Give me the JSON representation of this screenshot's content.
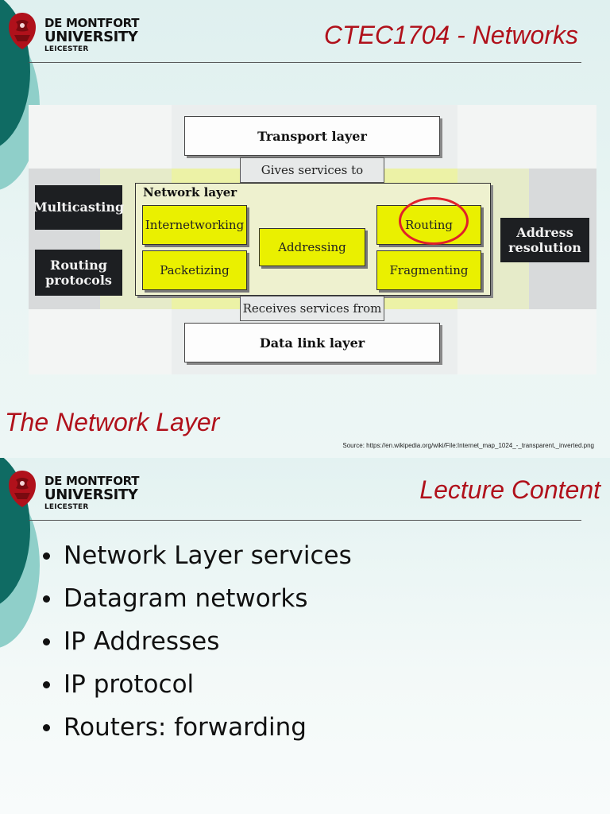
{
  "colors": {
    "title_red": "#b0111b",
    "teal_dark": "#0f6b63",
    "teal_light": "#8fcfc9",
    "routing_circle": "#e0202a"
  },
  "logo": {
    "line1": "DE MONTFORT",
    "line2": "UNIVERSITY",
    "line3": "LEICESTER"
  },
  "slide1": {
    "header_title": "CTEC1704 - Networks",
    "title": "The Network Layer",
    "source": "Source: https://en.wikipedia.org/wiki/File:Internet_map_1024_-_transparent,_inverted.png",
    "diagram": {
      "transport_layer": "Transport layer",
      "gives_services": "Gives services to",
      "network_layer": "Network layer",
      "internetworking": "Internetworking",
      "routing": "Routing",
      "addressing": "Addressing",
      "packetizing": "Packetizing",
      "fragmenting": "Fragmenting",
      "receives_services": "Receives services from",
      "data_link_layer": "Data link layer",
      "multicasting": "Multicasting",
      "routing_protocols": "Routing protocols",
      "address_resolution": "Address resolution"
    }
  },
  "slide2": {
    "header_title": "Lecture Content",
    "bullets": [
      "Network Layer services",
      "Datagram networks",
      "IP Addresses",
      "IP protocol",
      "Routers: forwarding"
    ]
  }
}
